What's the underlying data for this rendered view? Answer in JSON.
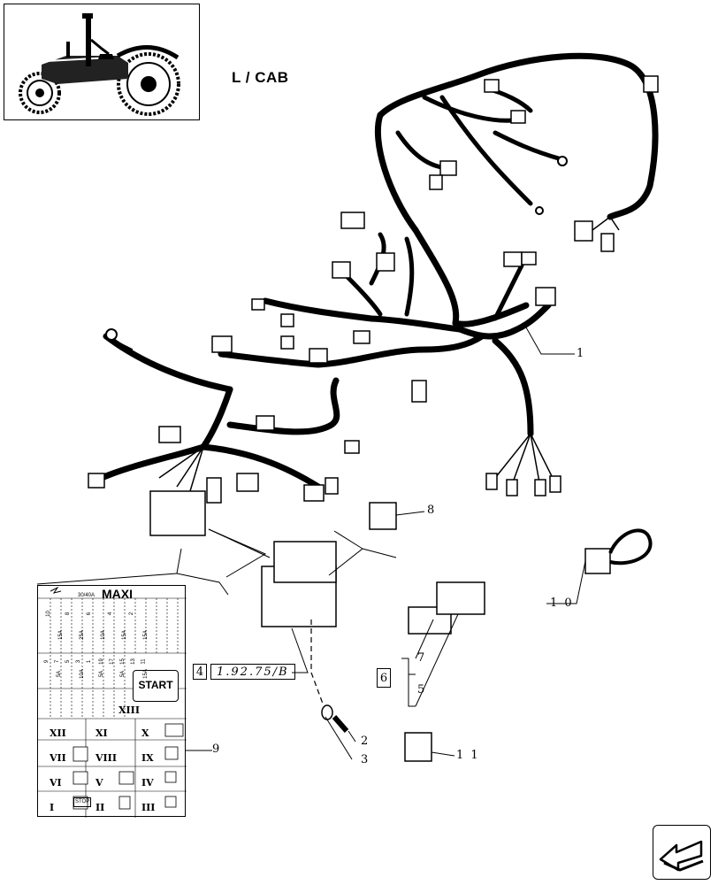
{
  "header": {
    "title": "L / CAB"
  },
  "callouts": {
    "item_1": "1",
    "item_2": "2",
    "item_3": "3",
    "item_5": "5",
    "item_6": "6",
    "item_7": "7",
    "item_8": "8",
    "item_9": "9",
    "item_10": "1 0",
    "item_11": "1 1"
  },
  "references": {
    "section_box": "4",
    "section_ref": "1.92.75/B"
  },
  "fuse_panel": {
    "header_label": "MAXI",
    "header_rating": "30/40A",
    "start_label": "START",
    "stop_label": "STOP",
    "roman_numerals": [
      "XII",
      "XI",
      "X",
      "VII",
      "VIII",
      "IX",
      "VI",
      "V",
      "IV",
      "I",
      "II",
      "III",
      "XIII"
    ],
    "fuse_row_numbers": [
      "10",
      "8",
      "6",
      "4",
      "2",
      "9",
      "7",
      "5",
      "3",
      "1",
      "19",
      "17",
      "15",
      "13",
      "11"
    ],
    "fuse_ratings": [
      "15A",
      "25A",
      "10A",
      "15A",
      "15A",
      "5A",
      "10A",
      "5A",
      "5A",
      "15A"
    ]
  },
  "icons": {
    "nav_next": "arrow-icon",
    "thumbnail": "tractor-icon"
  }
}
